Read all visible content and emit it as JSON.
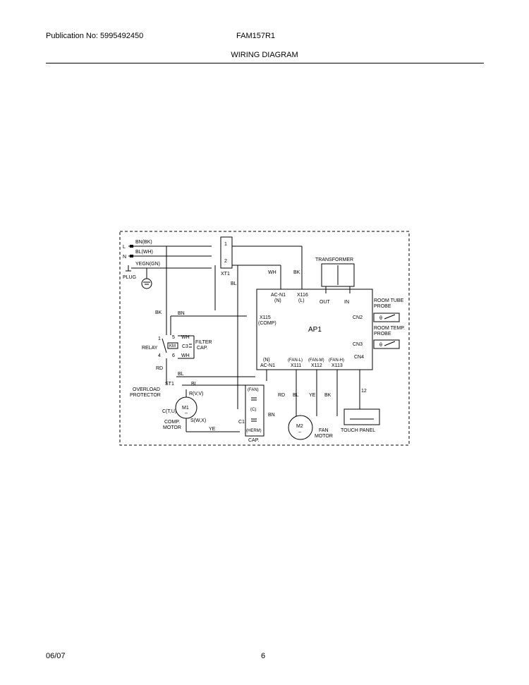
{
  "header": {
    "publication": "Publication No: 5995492450",
    "model": "FAM157R1",
    "title": "WIRING DIAGRAM"
  },
  "footer": {
    "date": "06/07",
    "page": "6"
  },
  "diagram": {
    "left": {
      "L": "L",
      "N": "N",
      "bn_bk": "BN(BK)",
      "bl_wh": "BL(WH)",
      "yegn_gn": "YEGN(GN)",
      "plug": "PLUG",
      "bk": "BK",
      "bn": "BN",
      "relay": "RELAY",
      "km": "KM",
      "rd": "RD",
      "bl": "BL",
      "st1": "ST1",
      "overload": "OVERLOAD",
      "protector": "PROTECTOR",
      "m1": "M1",
      "r_vv": "R(V,V)",
      "c_tu": "C(T,U)",
      "s_wx": "S(W,X)",
      "comp": "COMP.",
      "motor": "MOTOR",
      "ye": "YE",
      "relay_1": "1",
      "relay_4": "4",
      "relay_5": "5",
      "relay_6": "6",
      "wh1": "WH",
      "wh2": "WH",
      "c3": "C3",
      "filter": "FILTER",
      "cap": "CAP.",
      "bl2": "BL"
    },
    "terminal": {
      "t1": "1",
      "t2": "2",
      "xt1": "XT1",
      "wh": "WH",
      "bk": "BK",
      "bl": "BL"
    },
    "cap_block": {
      "fan": "(FAN)",
      "c": "(C)",
      "herm": "(HERM)",
      "c1": "C1",
      "cap": "CAP."
    },
    "board": {
      "ap1": "AP1",
      "acn1_top": "AC-N1",
      "n_top": "(N)",
      "x116": "X116",
      "l": "(L)",
      "out": "OUT",
      "in": "IN",
      "x115": "X115",
      "comp": "(COMP)",
      "n_bot": "(N)",
      "acn1_bot": "AC-N1",
      "fan_l": "(FAN-L)",
      "fan_m": "(FAN-M)",
      "fan_h": "(FAN-H)",
      "x111": "X111",
      "x112": "X112",
      "x113": "X113",
      "cn2": "CN2",
      "cn3": "CN3",
      "cn4": "CN4",
      "transformer": "TRANSFORMER",
      "room_tube": "ROOM TUBE",
      "probe1": "PROBE",
      "room_temp": "ROOM TEMP.",
      "probe2": "PROBE",
      "theta1": "θ",
      "theta2": "θ"
    },
    "fan": {
      "rd": "RD",
      "bl": "BL",
      "ye": "YE",
      "bk": "BK",
      "bn": "BN",
      "m2": "M2",
      "fan": "FAN",
      "motor": "MOTOR",
      "num12": "12",
      "touch_panel": "TOUCH PANEL",
      "tilde1": "~",
      "tilde2": "~"
    }
  }
}
